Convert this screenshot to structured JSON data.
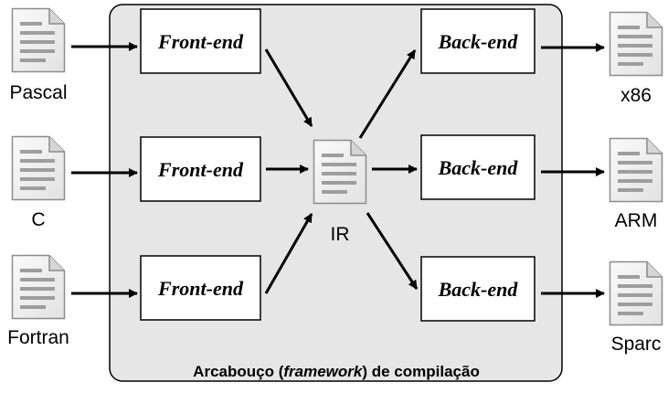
{
  "framework": {
    "title_prefix": "Arcabouço (",
    "title_italic": "framework",
    "title_suffix": ") de compilação"
  },
  "sources": [
    {
      "label": "Pascal"
    },
    {
      "label": "C"
    },
    {
      "label": "Fortran"
    }
  ],
  "frontends": [
    {
      "label": "Front-end"
    },
    {
      "label": "Front-end"
    },
    {
      "label": "Front-end"
    }
  ],
  "ir": {
    "label": "IR"
  },
  "backends": [
    {
      "label": "Back-end"
    },
    {
      "label": "Back-end"
    },
    {
      "label": "Back-end"
    }
  ],
  "targets": [
    {
      "label": "x86"
    },
    {
      "label": "ARM"
    },
    {
      "label": "Sparc"
    }
  ],
  "colors": {
    "frame_fill": "#e6e6e6",
    "document_page": "#f2f2f2",
    "document_lines": "#9e9e9e"
  },
  "icon": "document-icon"
}
